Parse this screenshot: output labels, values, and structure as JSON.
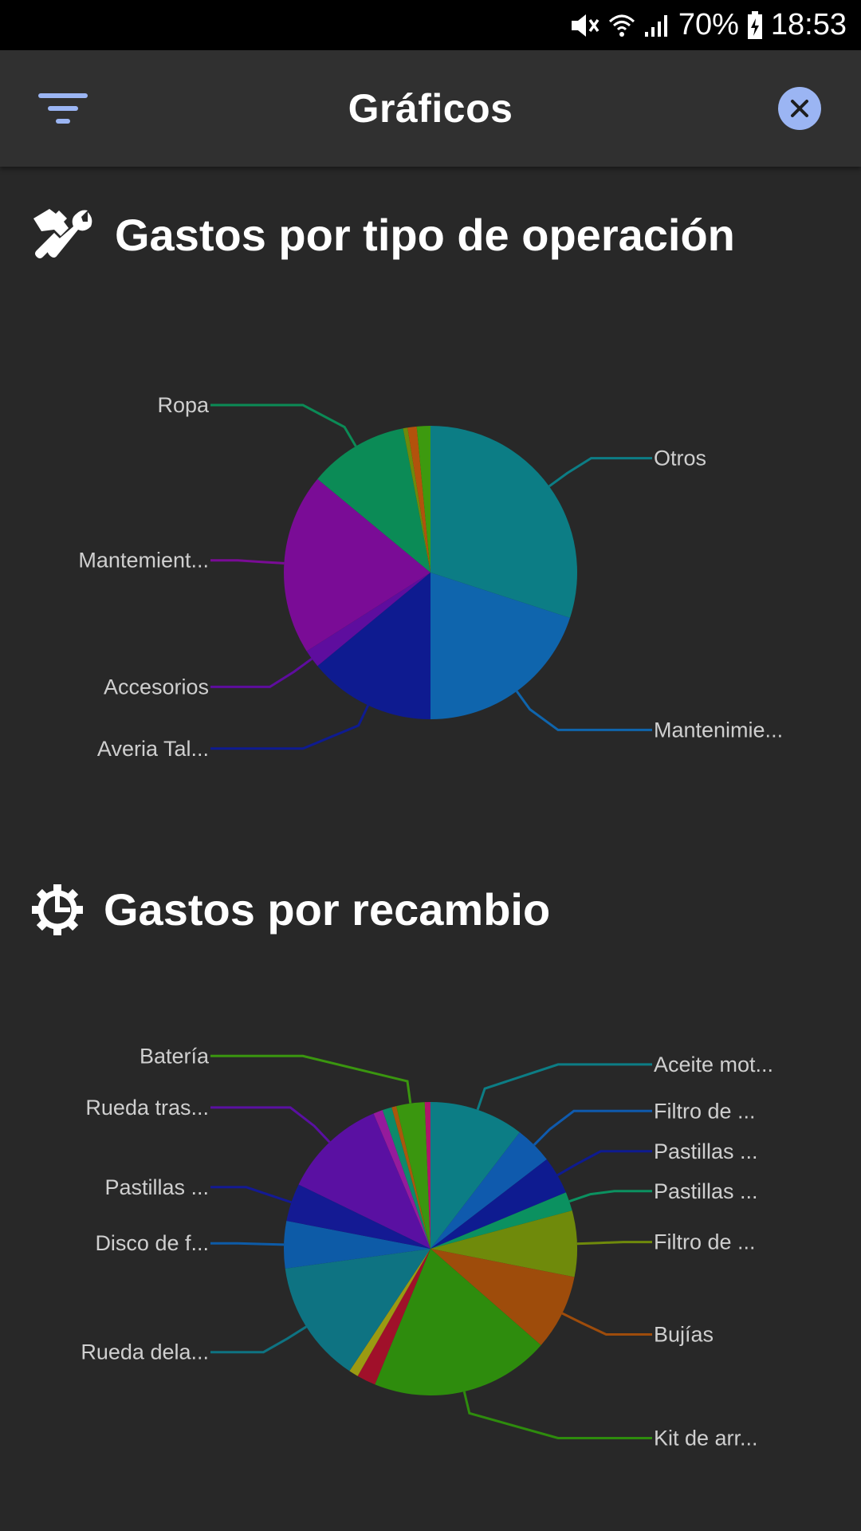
{
  "status_bar": {
    "battery": "70%",
    "time": "18:53",
    "icons": [
      "mute-icon",
      "wifi-icon",
      "signal-icon",
      "battery-charging-icon"
    ]
  },
  "app_bar": {
    "title": "Gráficos",
    "left_icon": "filter-icon",
    "right_icon": "close-icon",
    "accent": "#9bb5f3"
  },
  "sections": [
    {
      "title": "Gastos por tipo de operación",
      "icon": "tools-icon"
    },
    {
      "title": "Gastos por recambio",
      "icon": "gear-icon"
    }
  ],
  "chart_data": [
    {
      "type": "pie",
      "slices": [
        {
          "label": "Otros",
          "value": 30,
          "color": "#0c7d85"
        },
        {
          "label": "Mantenimie...",
          "value": 20,
          "color": "#0f65ad"
        },
        {
          "label": "Averia Tal...",
          "value": 14,
          "color": "#0e1b90"
        },
        {
          "label": "Accesorios",
          "value": 2,
          "color": "#5e0d9e"
        },
        {
          "label": "Mantemient...",
          "value": 20,
          "color": "#7a0c96"
        },
        {
          "label": "Ropa",
          "value": 11,
          "color": "#0b8b56"
        },
        {
          "label": "",
          "value": 0.5,
          "color": "#6d8a0b"
        },
        {
          "label": "",
          "value": 1,
          "color": "#b2520c"
        },
        {
          "label": "",
          "value": 1.5,
          "color": "#3d9a0f"
        }
      ]
    },
    {
      "type": "pie",
      "slices": [
        {
          "label": "Aceite mot...",
          "value": 10,
          "color": "#0c7d85"
        },
        {
          "label": "Filtro de ...",
          "value": 4,
          "color": "#0f5aad"
        },
        {
          "label": "Pastillas ...",
          "value": 4,
          "color": "#0e1b90"
        },
        {
          "label": "Pastillas ...",
          "value": 2,
          "color": "#0b9160"
        },
        {
          "label": "Filtro de ...",
          "value": 7,
          "color": "#6f8a0b"
        },
        {
          "label": "Bujías",
          "value": 8,
          "color": "#9e4c0b"
        },
        {
          "label": "Kit de arr...",
          "value": 19,
          "color": "#2e8c0d"
        },
        {
          "label": "",
          "value": 2,
          "color": "#a0102a"
        },
        {
          "label": "",
          "value": 1,
          "color": "#9b9a12"
        },
        {
          "label": "Rueda dela...",
          "value": 13,
          "color": "#0e7382"
        },
        {
          "label": "Disco de f...",
          "value": 5,
          "color": "#0d5ba7"
        },
        {
          "label": "Pastillas ...",
          "value": 4,
          "color": "#141a93"
        },
        {
          "label": "Rueda tras...",
          "value": 11,
          "color": "#5a10a2"
        },
        {
          "label": "",
          "value": 1,
          "color": "#951b9c"
        },
        {
          "label": "",
          "value": 1,
          "color": "#0d8a6a"
        },
        {
          "label": "",
          "value": 0.5,
          "color": "#a9570d"
        },
        {
          "label": "Batería",
          "value": 3,
          "color": "#3a960f"
        },
        {
          "label": "",
          "value": 0.6,
          "color": "#b0166a"
        }
      ]
    }
  ]
}
